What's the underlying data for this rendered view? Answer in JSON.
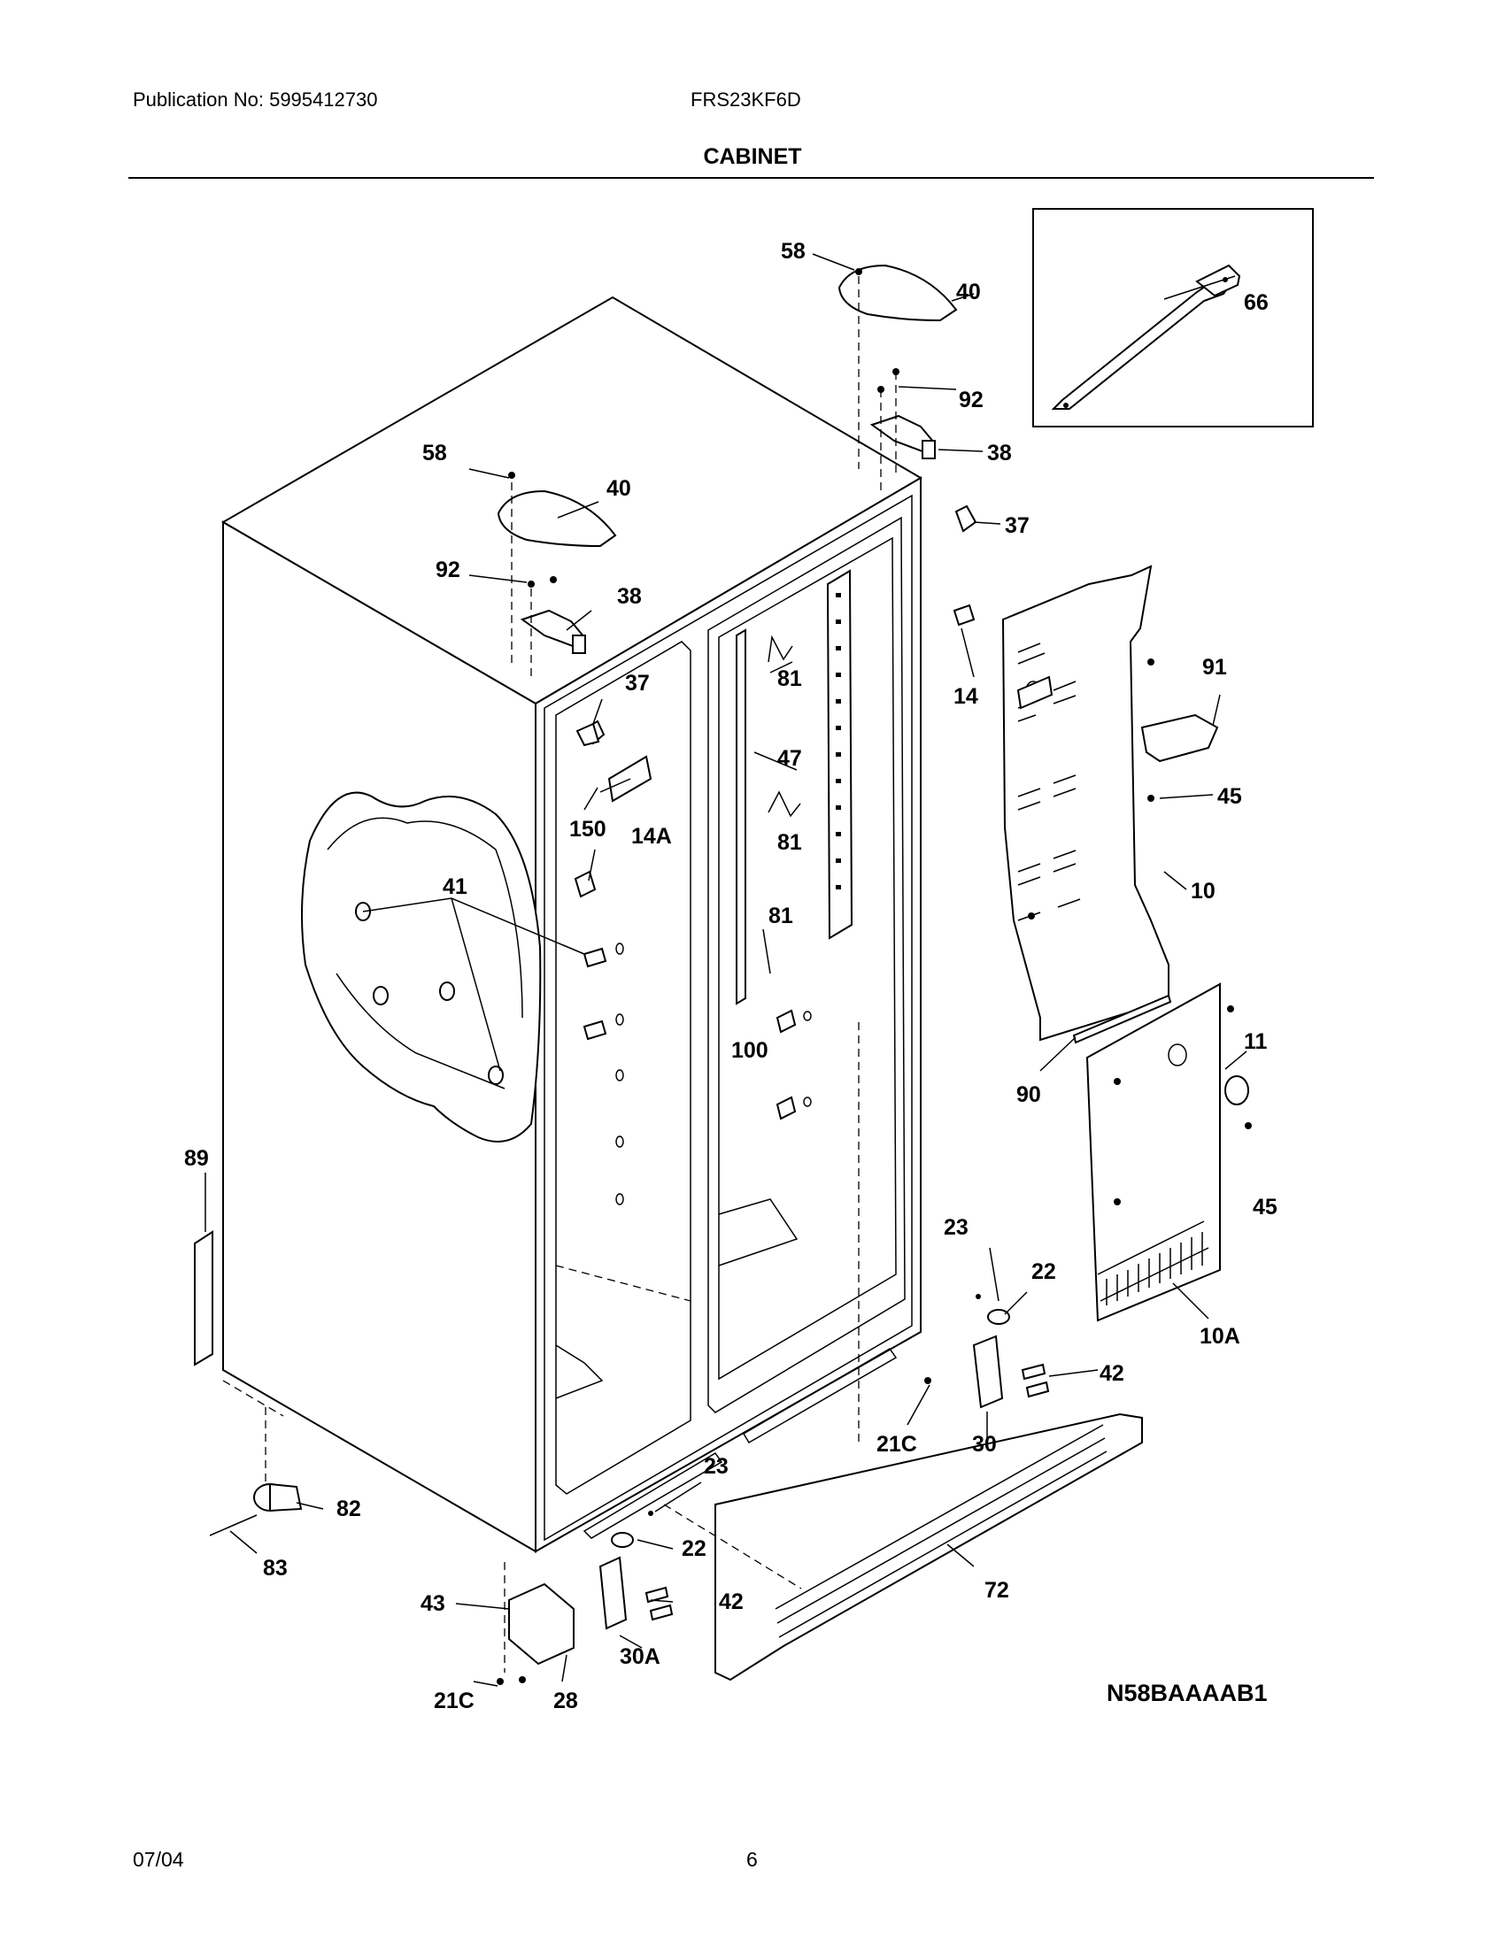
{
  "header": {
    "publication": "Publication No: 5995412730",
    "model": "FRS23KF6D",
    "section_title": "CABINET"
  },
  "diagram": {
    "drawing_code": "N58BAAAAB1",
    "callouts": [
      "58",
      "40",
      "92",
      "38",
      "37",
      "14",
      "91",
      "45",
      "10",
      "11",
      "90",
      "10A",
      "23",
      "22",
      "42",
      "30",
      "21C",
      "72",
      "81",
      "47",
      "100",
      "150",
      "14A",
      "41",
      "89",
      "82",
      "83",
      "43",
      "28",
      "30A",
      "66"
    ]
  },
  "footer": {
    "date": "07/04",
    "page_number": "6"
  }
}
